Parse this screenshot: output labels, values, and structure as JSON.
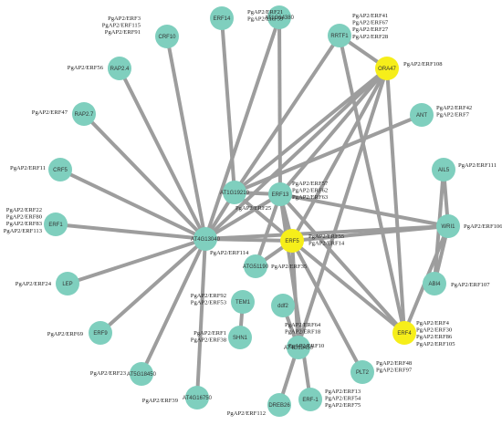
{
  "colors": {
    "node_default": "#7fcfbe",
    "node_highlight": "#f6ee1a",
    "edge": "#9d9d9d"
  },
  "nodes": [
    {
      "id": "ERF14",
      "label": "ERF14",
      "color": "teal",
      "annot": []
    },
    {
      "id": "AT1G64380",
      "label": "AT1G64380",
      "color": "teal",
      "annot": [
        "PgAP2/ERF21",
        "PgAP2/ERF59"
      ]
    },
    {
      "id": "RRTF1",
      "label": "RRTF1",
      "color": "teal",
      "annot": [
        "PgAP2/ERF41",
        "PgAP2/ERF67",
        "PgAP2/ERF27",
        "PgAP2/ERF28"
      ]
    },
    {
      "id": "CRF10",
      "label": "CRF10",
      "color": "teal",
      "annot": [
        "PgAP2/ERF3",
        "PgAP2/ERF115",
        "PgAP2/ERF91"
      ]
    },
    {
      "id": "ORA47",
      "label": "ORA47",
      "color": "yellow",
      "annot": [
        "PgAP2/ERF108"
      ]
    },
    {
      "id": "RAP2.4",
      "label": "RAP2.4",
      "color": "teal",
      "annot": [
        "PgAP2/ERF56"
      ]
    },
    {
      "id": "RAP2.7",
      "label": "RAP2.7",
      "color": "teal",
      "annot": [
        "PgAP2/ERF47"
      ]
    },
    {
      "id": "ANT",
      "label": "ANT",
      "color": "teal",
      "annot": [
        "PgAP2/ERF42",
        "PgAP2/ERF7"
      ]
    },
    {
      "id": "CRF5",
      "label": "CRF5",
      "color": "teal",
      "annot": [
        "PgAP2/ERF11"
      ]
    },
    {
      "id": "AIL5",
      "label": "AIL5",
      "color": "teal",
      "annot": [
        "PgAP2/ERF111"
      ]
    },
    {
      "id": "AT1G19210",
      "label": "AT1G19210",
      "color": "teal",
      "annot": [
        "PgAP2/ERF25"
      ]
    },
    {
      "id": "ERF13",
      "label": "ERF13",
      "color": "teal",
      "annot": [
        "PgAP2/ERF57",
        "PgAP2/ERF62",
        "PgAP2/ERF63"
      ]
    },
    {
      "id": "ERF1",
      "label": "ERF1",
      "color": "teal",
      "annot": [
        "PgAP2/ERF22",
        "PgAP2/ERF80",
        "PgAP2/ERF83",
        "PgAP2/ERF113"
      ]
    },
    {
      "id": "AT4G13040",
      "label": "AT4G13040",
      "color": "teal",
      "annot": [
        "PgAP2/ERF114"
      ]
    },
    {
      "id": "WRI1",
      "label": "WRI1",
      "color": "teal",
      "annot": [
        "PgAP2/ERF106"
      ]
    },
    {
      "id": "ERF5",
      "label": "ERF5",
      "color": "yellow",
      "annot": [
        "PgAP2/ERF55",
        "PgAP2/ERF14"
      ]
    },
    {
      "id": "ATG51190",
      "label": "ATG51190",
      "color": "teal",
      "annot": [
        "PgAP2/ERF35"
      ]
    },
    {
      "id": "LEP",
      "label": "LEP",
      "color": "teal",
      "annot": [
        "PgAP2/ERF24"
      ]
    },
    {
      "id": "ABI4",
      "label": "ABI4",
      "color": "teal",
      "annot": [
        "PgAP2/ERF107"
      ]
    },
    {
      "id": "TEM1",
      "label": "TEM1",
      "color": "teal",
      "annot": [
        "PgAP2/ERF92",
        "PgAP2/ERF53"
      ]
    },
    {
      "id": "ddf2",
      "label": "ddf2",
      "color": "teal",
      "annot": [
        "PgAP2/ERF64",
        "PgAP2/ERF18"
      ]
    },
    {
      "id": "ERF9",
      "label": "ERF9",
      "color": "teal",
      "annot": [
        "PgAP2/ERF69"
      ]
    },
    {
      "id": "SHN1",
      "label": "SHN1",
      "color": "teal",
      "annot": [
        "PgAP2/ERF1",
        "PgAP2/ERF38"
      ]
    },
    {
      "id": "ERF4",
      "label": "ERF4",
      "color": "yellow",
      "annot": [
        "PgAP2/ERF4",
        "PgAP2/ERF30",
        "PgAP2/ERF86",
        "PgAP2/ERF105"
      ]
    },
    {
      "id": "AT4G18450",
      "label": "AT4G18450",
      "color": "teal",
      "annot": [
        "PgAP2/ERF10"
      ]
    },
    {
      "id": "AT5G18450",
      "label": "AT5G18450",
      "color": "teal",
      "annot": [
        "PgAP2/ERF23"
      ]
    },
    {
      "id": "PLT2",
      "label": "PLT2",
      "color": "teal",
      "annot": [
        "PgAP2/ERF48",
        "PgAP2/ERF97"
      ]
    },
    {
      "id": "AT4G16750",
      "label": "AT4G16750",
      "color": "teal",
      "annot": [
        "PgAP2/ERF39"
      ]
    },
    {
      "id": "DREB26",
      "label": "DREB26",
      "color": "teal",
      "annot": [
        "PgAP2/ERF112"
      ]
    },
    {
      "id": "ERF-1",
      "label": "ERF-1",
      "color": "teal",
      "annot": [
        "PgAP2/ERF13",
        "PgAP2/ERF54",
        "PgAP2/ERF75"
      ]
    }
  ],
  "edges": [
    [
      "AT4G13040",
      "CRF10"
    ],
    [
      "AT4G13040",
      "RAP2.4"
    ],
    [
      "AT4G13040",
      "RAP2.7"
    ],
    [
      "AT4G13040",
      "CRF5"
    ],
    [
      "AT4G13040",
      "ERF1"
    ],
    [
      "AT4G13040",
      "LEP"
    ],
    [
      "AT4G13040",
      "ERF9"
    ],
    [
      "AT4G13040",
      "AT5G18450"
    ],
    [
      "AT4G13040",
      "AT4G16750"
    ],
    [
      "AT4G13040",
      "AT1G19210"
    ],
    [
      "AT4G13040",
      "ERF13"
    ],
    [
      "AT4G13040",
      "ERF5"
    ],
    [
      "AT4G13040",
      "ORA47"
    ],
    [
      "AT4G13040",
      "WRI1"
    ],
    [
      "AT4G13040",
      "AT1G64380"
    ],
    [
      "AT1G19210",
      "ERF14"
    ],
    [
      "AT1G19210",
      "RRTF1"
    ],
    [
      "AT1G19210",
      "ERF13"
    ],
    [
      "AT1G19210",
      "ORA47"
    ],
    [
      "AT1G19210",
      "ANT"
    ],
    [
      "AT1G19210",
      "ERF5"
    ],
    [
      "ERF13",
      "ORA47"
    ],
    [
      "ERF13",
      "WRI1"
    ],
    [
      "ERF13",
      "ERF5"
    ],
    [
      "ERF13",
      "ATG51190"
    ],
    [
      "ERF13",
      "ERF4"
    ],
    [
      "ERF13",
      "ERF-1"
    ],
    [
      "ERF13",
      "AT1G64380"
    ],
    [
      "ORA47",
      "RRTF1"
    ],
    [
      "ORA47",
      "ERF5"
    ],
    [
      "ORA47",
      "ERF4"
    ],
    [
      "ORA47",
      "DREB26"
    ],
    [
      "RRTF1",
      "ERF4"
    ],
    [
      "ERF5",
      "ATG51190"
    ],
    [
      "ERF5",
      "WRI1"
    ],
    [
      "ERF5",
      "ERF4"
    ],
    [
      "ERF5",
      "PLT2"
    ],
    [
      "ERF5",
      "AT4G18450"
    ],
    [
      "WRI1",
      "AIL5"
    ],
    [
      "WRI1",
      "ABI4"
    ],
    [
      "WRI1",
      "ERF4"
    ],
    [
      "AIL5",
      "ABI4"
    ],
    [
      "TEM1",
      "SHN1"
    ],
    [
      "ddf2",
      "AT4G18450"
    ]
  ]
}
